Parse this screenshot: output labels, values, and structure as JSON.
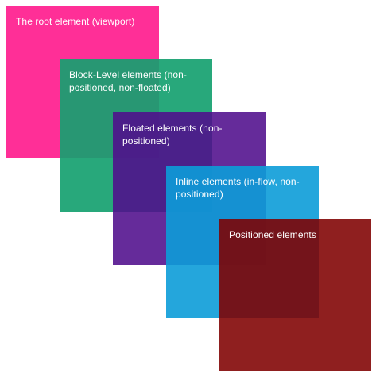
{
  "layers": [
    {
      "label": "The root element (viewport)",
      "color": "#FF2F97"
    },
    {
      "label": "Block-Level elements (non-positioned, non-floated)",
      "color": "#16A170"
    },
    {
      "label": "Floated elements (non-positioned)",
      "color": "#500E8C"
    },
    {
      "label": "Inline elements (in-flow, non-positioned)",
      "color": "#0C9CD8"
    },
    {
      "label": "Positioned elements",
      "color": "#800000"
    }
  ]
}
